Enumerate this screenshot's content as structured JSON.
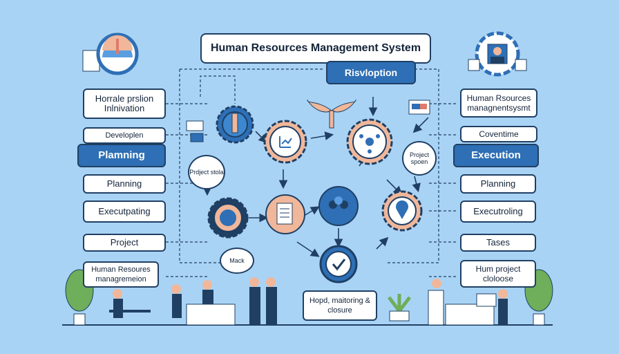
{
  "title": "Human Resources Management System",
  "subtitle": "Risvloption",
  "left": {
    "cards": [
      "Horrale prslion Inlnivation",
      "Developlen",
      "Plamning",
      "Planning",
      "Executpating",
      "Project",
      "Human Resoures managremeion"
    ]
  },
  "right": {
    "cards": [
      "Human Rsources managnentsysmt",
      "Coventime",
      "Execution",
      "Planning",
      "Executroling",
      "Tases",
      "Hum project cloloose"
    ]
  },
  "center": {
    "bubble_left": "Prdject stola",
    "bubble_right": "Project spoen",
    "bubble_bottom": "Mack",
    "bottom_box": "Hopd, maitoring & closure"
  },
  "colors": {
    "background": "#a9d3f5",
    "accent": "#2e6fb5",
    "outline": "#1f3f63",
    "gear": "#f0b79a"
  }
}
